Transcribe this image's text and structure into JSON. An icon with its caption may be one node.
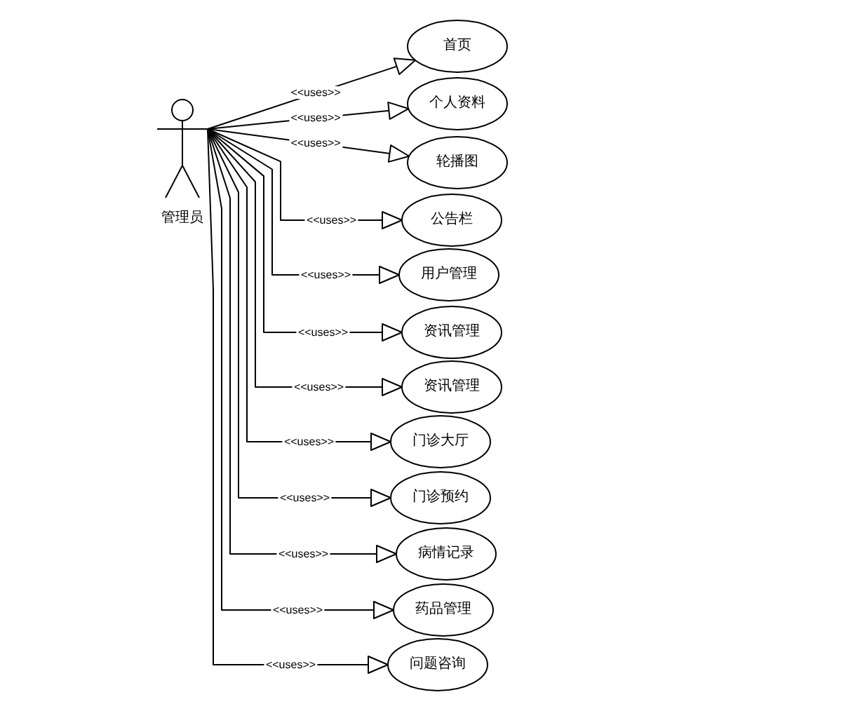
{
  "diagram": {
    "nodes": [
      {
        "text": [
          "管理员"
        ]
      },
      {
        "text": [
          "首页"
        ]
      },
      {
        "text": [
          "个人资料"
        ]
      },
      {
        "text": [
          "轮播图"
        ]
      },
      {
        "text": [
          "公告栏"
        ]
      },
      {
        "text": [
          "用户管理"
        ]
      },
      {
        "text": [
          "资讯管理"
        ]
      },
      {
        "text": [
          "资讯管理"
        ]
      },
      {
        "text": [
          "门诊大厅"
        ]
      },
      {
        "text": [
          "门诊预约"
        ]
      },
      {
        "text": [
          "病情记录"
        ]
      },
      {
        "text": [
          "药品管理"
        ]
      },
      {
        "text": [
          "问题咨询"
        ]
      }
    ],
    "edges": [
      {
        "from": 0,
        "to": 1,
        "arrow": "to",
        "label": "<<uses>>"
      },
      {
        "from": 0,
        "to": 2,
        "arrow": "to",
        "label": "<<uses>>"
      },
      {
        "from": 0,
        "to": 3,
        "arrow": "to",
        "label": "<<uses>>"
      },
      {
        "from": 0,
        "to": 4,
        "arrow": "to",
        "label": "<<uses>>"
      },
      {
        "from": 0,
        "to": 5,
        "arrow": "to",
        "label": "<<uses>>"
      },
      {
        "from": 0,
        "to": 6,
        "arrow": "to",
        "label": "<<uses>>"
      },
      {
        "from": 0,
        "to": 7,
        "arrow": "to",
        "label": "<<uses>>"
      },
      {
        "from": 0,
        "to": 8,
        "arrow": "to",
        "label": "<<uses>>"
      },
      {
        "from": 0,
        "to": 9,
        "arrow": "to",
        "label": "<<uses>>"
      },
      {
        "from": 0,
        "to": 10,
        "arrow": "to",
        "label": "<<uses>>"
      },
      {
        "from": 0,
        "to": 11,
        "arrow": "to",
        "label": "<<uses>>"
      },
      {
        "from": 0,
        "to": 12,
        "arrow": "to",
        "label": "<<uses>>"
      }
    ]
  }
}
